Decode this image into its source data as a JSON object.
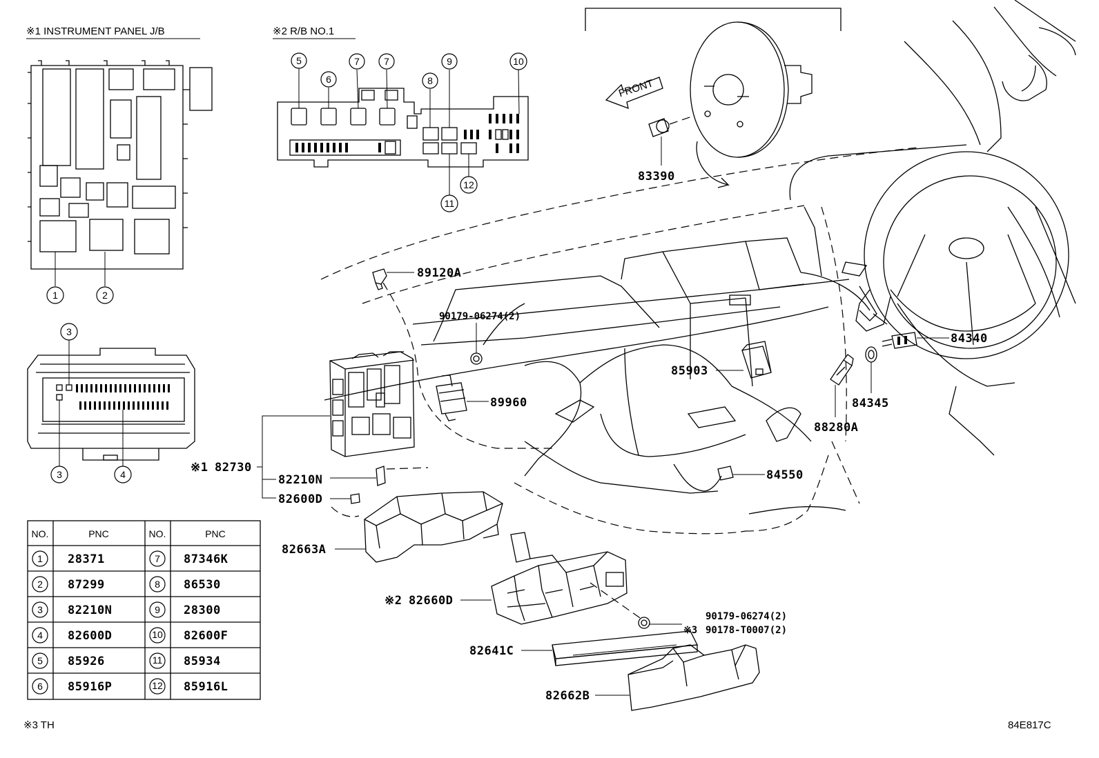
{
  "titles": {
    "instrument_panel_jb": "※1 INSTRUMENT PANEL J/B",
    "rb_no1": "※2  R/B NO.1"
  },
  "front_label": "FRONT",
  "callouts": {
    "c1": "1",
    "c2": "2",
    "c3": "3",
    "c4": "4",
    "c5": "5",
    "c6": "6",
    "c7": "7",
    "c8": "8",
    "c9": "9",
    "c10": "10",
    "c11": "11",
    "c12": "12"
  },
  "parts": {
    "p83390": "83390",
    "p89120A": "89120A",
    "p90179_top": "90179-06274(2)",
    "p89960": "89960",
    "p85903": "85903",
    "p84340": "84340",
    "p84345": "84345",
    "p88280A": "88280A",
    "p84550": "84550",
    "p82730_mark": "※1",
    "p82730": "82730",
    "p82210N": "82210N",
    "p82600D": "82600D",
    "p82663A": "82663A",
    "p82660D_mark": "※2",
    "p82660D": "82660D",
    "p90179_bottom": "90179-06274(2)",
    "p90178_mark": "※3",
    "p90178": "90178-T0007(2)",
    "p82641C": "82641C",
    "p82662B": "82662B"
  },
  "table": {
    "headers": [
      "NO.",
      "PNC",
      "NO.",
      "PNC"
    ],
    "rows": [
      {
        "no_left": "1",
        "pnc_left": "28371",
        "no_right": "7",
        "pnc_right": "87346K"
      },
      {
        "no_left": "2",
        "pnc_left": "87299",
        "no_right": "8",
        "pnc_right": "86530"
      },
      {
        "no_left": "3",
        "pnc_left": "82210N",
        "no_right": "9",
        "pnc_right": "28300"
      },
      {
        "no_left": "4",
        "pnc_left": "82600D",
        "no_right": "10",
        "pnc_right": "82600F"
      },
      {
        "no_left": "5",
        "pnc_left": "85926",
        "no_right": "11",
        "pnc_right": "85934"
      },
      {
        "no_left": "6",
        "pnc_left": "85916P",
        "no_right": "12",
        "pnc_right": "85916L"
      }
    ]
  },
  "footnote": "※3 TH",
  "figure_code": "84E817C"
}
